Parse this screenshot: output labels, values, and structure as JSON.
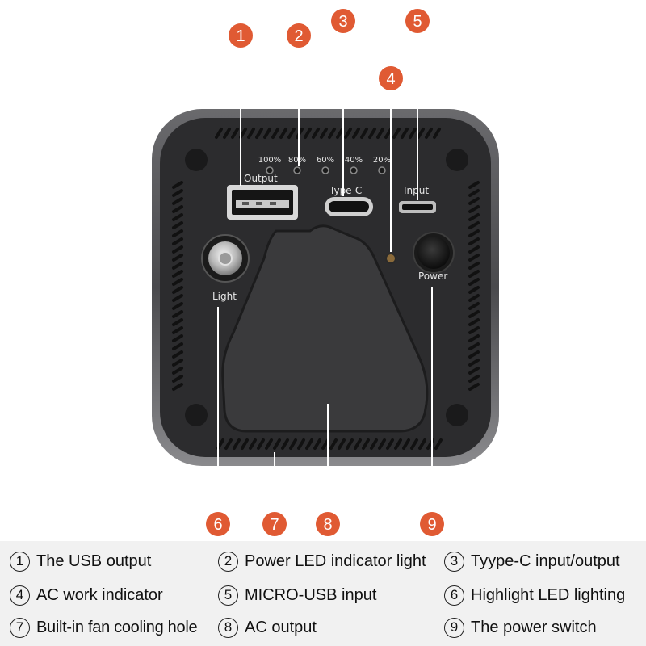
{
  "colors": {
    "badge": "#e05a33",
    "line": "#ffffff",
    "housing": "#2c2c2e",
    "cover": "#3a3a3c",
    "legend_bg": "#f1f1f1"
  },
  "callouts": [
    {
      "number": "1"
    },
    {
      "number": "2"
    },
    {
      "number": "3"
    },
    {
      "number": "4"
    },
    {
      "number": "5"
    },
    {
      "number": "6"
    },
    {
      "number": "7"
    },
    {
      "number": "8"
    },
    {
      "number": "9"
    }
  ],
  "panel_labels": {
    "output": "Output",
    "type_c": "Type-C",
    "input": "Input",
    "light": "Light",
    "power": "Power"
  },
  "indicator_levels": [
    "100%",
    "80%",
    "60%",
    "40%",
    "20%"
  ],
  "legend": [
    {
      "number": "1",
      "text": "The USB output"
    },
    {
      "number": "2",
      "text": "Power LED indicator light"
    },
    {
      "number": "3",
      "text": "Tyype-C input/output"
    },
    {
      "number": "4",
      "text": "AC work indicator"
    },
    {
      "number": "5",
      "text": "MICRO-USB input"
    },
    {
      "number": "6",
      "text": "Highlight LED lighting"
    },
    {
      "number": "7",
      "text": "Built-in fan cooling hole"
    },
    {
      "number": "8",
      "text": "AC output"
    },
    {
      "number": "9",
      "text": "The power switch"
    }
  ]
}
